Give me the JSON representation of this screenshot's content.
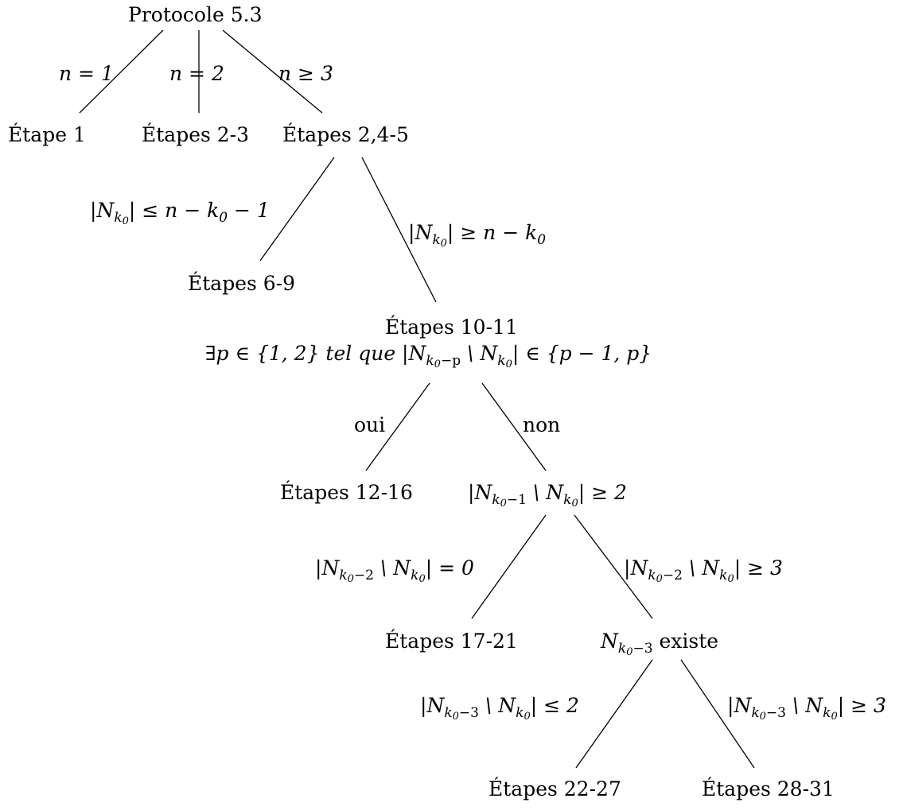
{
  "nodes": {
    "root": "Protocole 5.3",
    "etape1": "Étape 1",
    "etapes_2_3": "Étapes 2-3",
    "etapes_2_4_5": "Étapes 2,4-5",
    "etapes_6_9": "Étapes 6-9",
    "etapes_10_11": "Étapes 10-11",
    "condition_exists_p": "∃p ∈ {1, 2} tel que |N",
    "etapes_12_16": "Étapes 12-16",
    "etapes_17_21": "Étapes 17-21",
    "exists_suffix": "existe",
    "etapes_22_27": "Étapes 22-27",
    "etapes_28_31": "Étapes 28-31"
  },
  "edges": {
    "n_eq_1": "n = 1",
    "n_eq_2": "n = 2",
    "n_ge_3": "n ≥ 3",
    "oui": "oui",
    "non": "non"
  },
  "math": {
    "N": "N",
    "k": "k",
    "zero": "0",
    "n_minus": "n − ",
    "minus_1": " − 1",
    "minus_p": "−p",
    "minus_1_sub": "−1",
    "minus_2_sub": "−2",
    "minus_3_sub": "−3",
    "le": "| ≤ ",
    "ge": "| ≥ ",
    "backslash_N": " \\ N",
    "set_tail": "| ∈ {p − 1, p}",
    "ge_2": "| ≥ 2",
    "eq_0": "| = 0",
    "ge_3": "| ≥ 3",
    "le_2": "| ≤ 2",
    "bar": "|"
  }
}
